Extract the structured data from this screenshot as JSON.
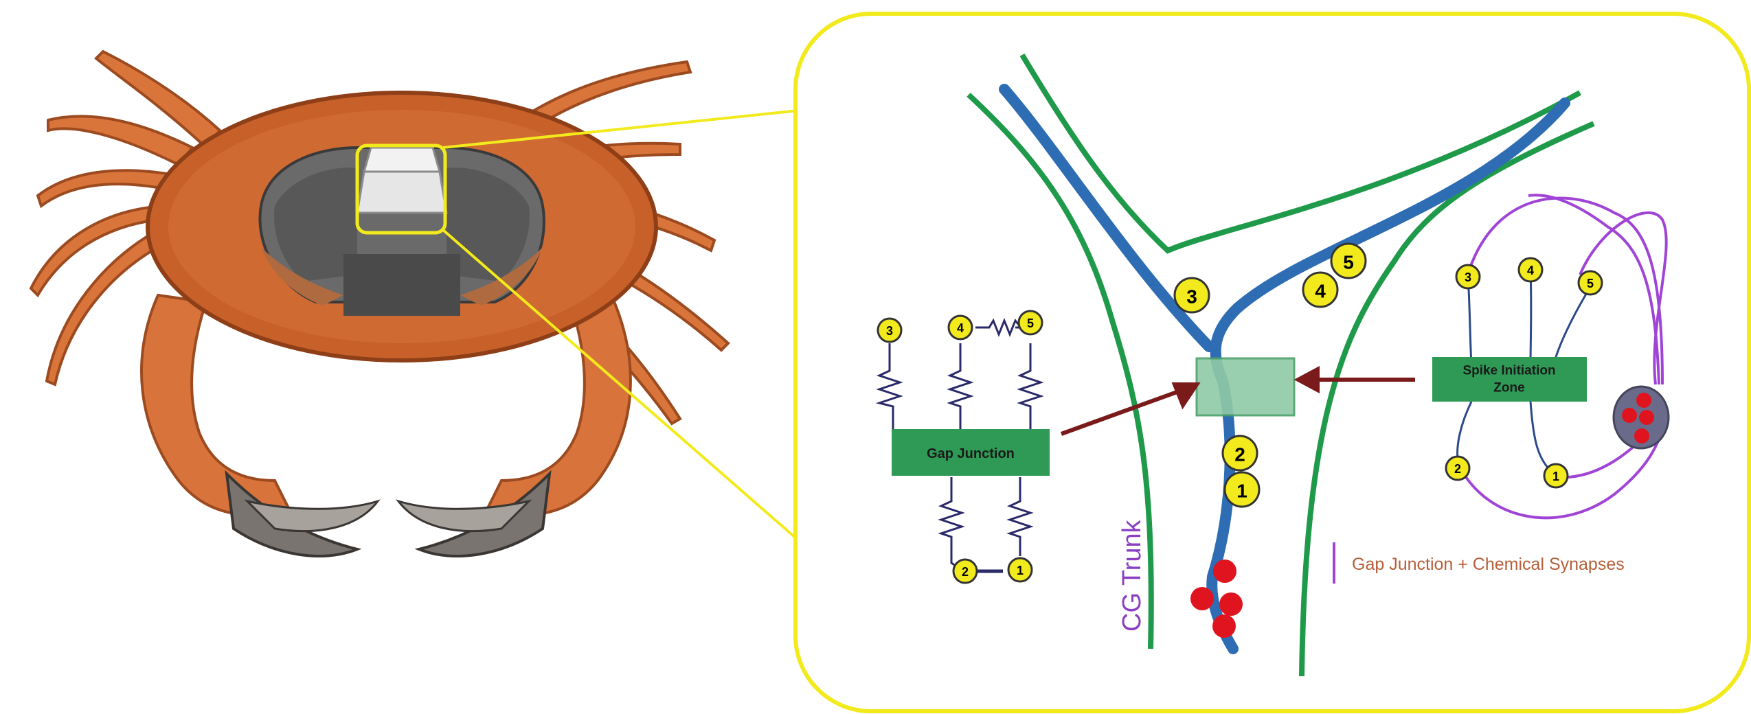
{
  "callout": {
    "border_color": "#f2ea1c"
  },
  "crab": {
    "shell_color": "#c8602a",
    "leg_color": "#d9753a"
  },
  "diagram": {
    "trunk_label": "CG Trunk",
    "trunk_label_color": "#8a3fc2",
    "nerve_color": "#2e6db4",
    "sheath_color": "#1f9a4a",
    "cell_color": "#f2ea1c",
    "soma_color": "#e0141e",
    "arrow_color": "#7a1a1a",
    "spike_zone_fill": "#8fc9a6"
  },
  "gap_junction_panel": {
    "box_label": "Gap Junction",
    "box_color": "#2e9a55",
    "cells_top": [
      "3",
      "4",
      "5"
    ],
    "cells_bottom": [
      "2",
      "1"
    ]
  },
  "neuron_labels_main": [
    "3",
    "4",
    "5",
    "2",
    "1"
  ],
  "spike_panel": {
    "box_label_line1": "Spike Initiation",
    "box_label_line2": "Zone",
    "box_color": "#2e9a55",
    "cells_top": [
      "3",
      "4",
      "5"
    ],
    "cells_bottom": [
      "2",
      "1"
    ],
    "wire_color": "#a044d6"
  },
  "legend": {
    "label": "Gap Junction + Chemical Synapses",
    "label_color": "#b5603a",
    "swatch_color": "#a044d6"
  }
}
